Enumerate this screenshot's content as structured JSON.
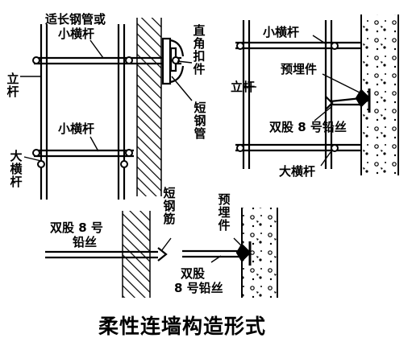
{
  "caption": "柔性连墙构造形式",
  "panel_a": {
    "rod_label": "适长钢管或",
    "rod_label2": "小横杆",
    "right_angle_clamp": "直角扣件",
    "short_tube": "短钢管",
    "upright": "立杆",
    "small_crossbar": "小横杆",
    "large_crossbar": "大横杆"
  },
  "panel_b": {
    "small_crossbar": "小横杆",
    "embedded_part": "预埋件",
    "upright": "立杆",
    "wire": "双股 8 号铅丝",
    "large_crossbar": "大横杆"
  },
  "panel_c": {
    "wire": "双股 8 号",
    "wire2": "铅丝",
    "short_rebar": "短钢筋"
  },
  "panel_d": {
    "embedded_part": "预埋件",
    "wire": "双股",
    "wire2": "8 号铅丝"
  }
}
